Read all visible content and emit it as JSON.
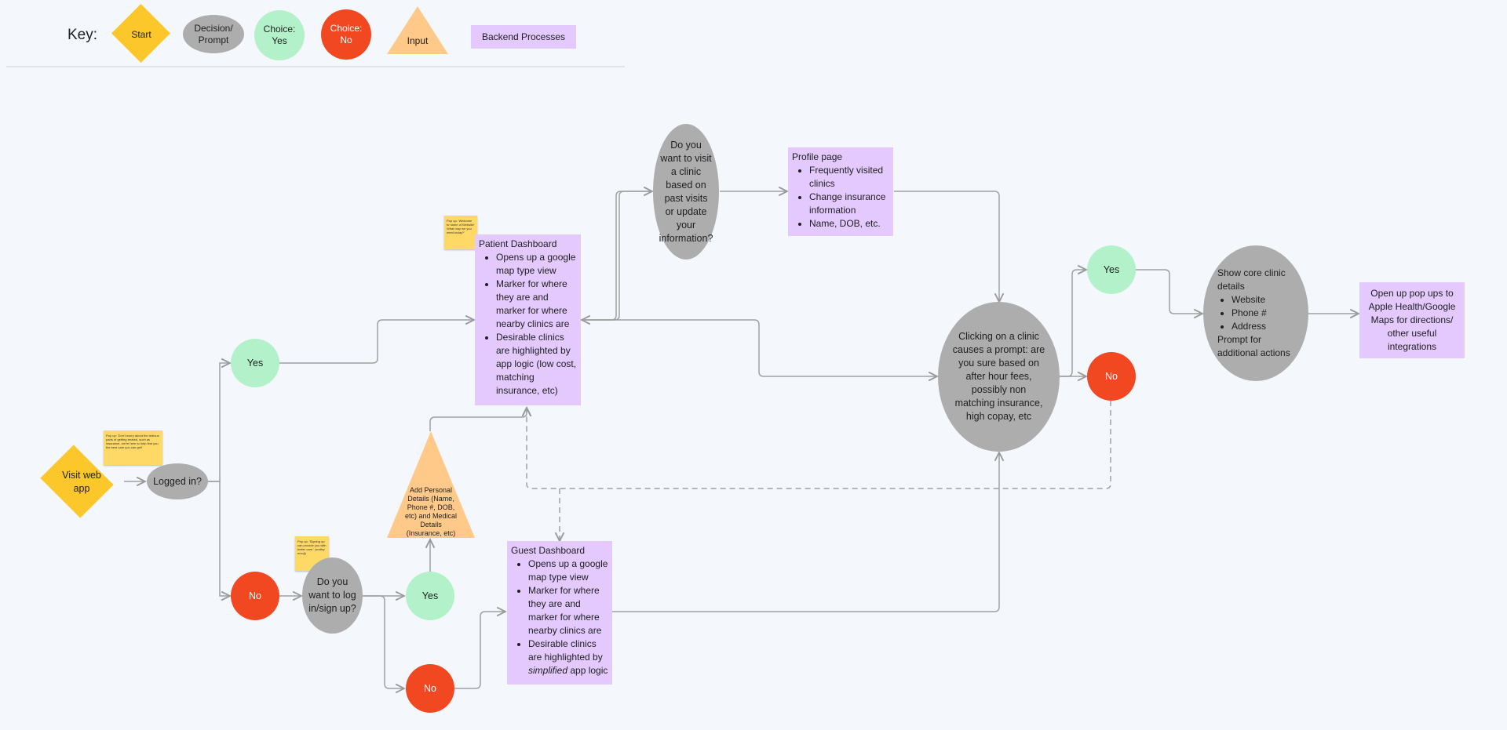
{
  "key": {
    "title": "Key:",
    "start": "Start",
    "decision": "Decision/ Prompt",
    "choice_yes": "Choice: Yes",
    "choice_no": "Choice: No",
    "input": "Input",
    "backend": "Backend Processes"
  },
  "nodes": {
    "visit_web_app": "Visit web app",
    "logged_in": "Logged in?",
    "yes_logged": "Yes",
    "no_logged": "No",
    "login_prompt": "Do you want to log in/sign up?",
    "yes_signup": "Yes",
    "no_signup": "No",
    "add_details": "Add Personal Details (Name, Phone #, DOB, etc) and Medical Details (Insurance, etc)",
    "patient_dashboard": {
      "title": "Patient Dashboard",
      "items": [
        "Opens up a google map type view",
        "Marker for where they are and marker for where nearby clinics are",
        "Desirable clinics are highlighted by app logic (low cost, matching insurance, etc)"
      ]
    },
    "guest_dashboard": {
      "title": "Guest Dashboard",
      "items": [
        "Opens up a google map type view",
        "Marker for where they are and marker for where nearby clinics are"
      ],
      "last_prefix": "Desirable clinics are highlighted by ",
      "last_emphasis": "simplified",
      "last_suffix": " app logic"
    },
    "visit_prompt": "Do you want to visit a clinic based on past visits or update your information?",
    "profile_page": {
      "title": "Profile page",
      "items": [
        "Frequently visited clinics",
        "Change insurance information",
        "Name, DOB, etc."
      ]
    },
    "clinic_prompt": "Clicking on a clinic causes a prompt: are you sure based on after hour fees, possibly non matching insurance, high copay, etc",
    "yes_clinic": "Yes",
    "no_clinic": "No",
    "core_details": {
      "title": "Show core clinic details",
      "items": [
        "Website",
        "Phone #",
        "Address"
      ],
      "footer": "Prompt for additional actions"
    },
    "integrations": "Open up pop ups to Apple Health/Google Maps for directions/ other useful integrations"
  },
  "stickies": {
    "welcome": "Pop up: 'Don't worry about the tedious parts of getting treated, such as insurance- we're here to help find you the best care you can get!'",
    "dashboard": "Pop up: 'Welcome to name of Website! What may we you need today?'",
    "signup": "Pop up: 'Signing up can provide you with better care.' (smiley emoji)"
  },
  "colors": {
    "start": "#fcc72b",
    "decision": "#adadad",
    "yes": "#b2f1c9",
    "no": "#f24822",
    "input": "#ffc98a",
    "backend": "#e3c9fd",
    "sticky": "#ffd966",
    "connector": "#9a9a9a",
    "background": "#f4f8fc"
  }
}
